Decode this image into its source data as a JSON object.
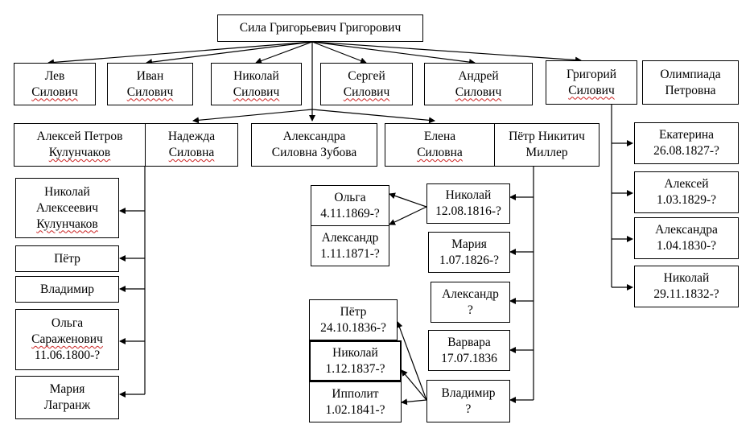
{
  "people": {
    "sila": {
      "lines": [
        "Сила Григорьевич Григорович"
      ],
      "marked": [
        false
      ]
    },
    "lev": {
      "lines": [
        "Лев",
        "Силович"
      ],
      "marked": [
        false,
        true
      ]
    },
    "ivan": {
      "lines": [
        "Иван",
        "Силович"
      ],
      "marked": [
        false,
        true
      ]
    },
    "nikolai_s": {
      "lines": [
        "Николай",
        "Силович"
      ],
      "marked": [
        false,
        true
      ]
    },
    "sergei": {
      "lines": [
        "Сергей",
        "Силович"
      ],
      "marked": [
        false,
        true
      ]
    },
    "andrei": {
      "lines": [
        "Андрей",
        "Силович"
      ],
      "marked": [
        false,
        true
      ]
    },
    "grigori": {
      "lines": [
        "Григорий",
        "Силович"
      ],
      "marked": [
        false,
        true
      ]
    },
    "olimpiada": {
      "lines": [
        "Олимпиада",
        "Петровна"
      ],
      "marked": [
        false,
        false
      ]
    },
    "aleksei_k": {
      "lines": [
        "Алексей Петров",
        "Кулунчаков"
      ],
      "marked": [
        false,
        true
      ]
    },
    "nadezhda": {
      "lines": [
        "Надежда",
        "Силовна"
      ],
      "marked": [
        false,
        true
      ]
    },
    "aleksandra_z": {
      "lines": [
        "Александра",
        "Силовна Зубова"
      ],
      "marked": [
        false,
        false
      ]
    },
    "elena": {
      "lines": [
        "Елена",
        "Силовна"
      ],
      "marked": [
        false,
        true
      ]
    },
    "petr_m": {
      "lines": [
        "Пётр Никитич",
        "Миллер"
      ],
      "marked": [
        false,
        false
      ]
    },
    "nikolai_ak": {
      "lines": [
        "Николай",
        "Алексеевич",
        "Кулунчаков"
      ],
      "marked": [
        false,
        false,
        true
      ]
    },
    "petr_k": {
      "lines": [
        "Пётр"
      ],
      "marked": [
        false
      ]
    },
    "vladimir_k": {
      "lines": [
        "Владимир"
      ],
      "marked": [
        false
      ]
    },
    "olga_s": {
      "lines": [
        "Ольга",
        "Сараженович",
        "11.06.1800-?"
      ],
      "marked": [
        false,
        true,
        false
      ]
    },
    "maria_l": {
      "lines": [
        "Мария",
        "Лагранж"
      ],
      "marked": [
        false,
        false
      ]
    },
    "olga_m": {
      "lines": [
        "Ольга",
        "4.11.1869-?"
      ],
      "marked": [
        false,
        false
      ]
    },
    "aleksandr_g": {
      "lines": [
        "Александр",
        "1.11.1871-?"
      ],
      "marked": [
        false,
        false
      ]
    },
    "nikolai_m": {
      "lines": [
        "Николай",
        "12.08.1816-?"
      ],
      "marked": [
        false,
        false
      ]
    },
    "maria_m": {
      "lines": [
        "Мария",
        "1.07.1826-?"
      ],
      "marked": [
        false,
        false
      ]
    },
    "aleksandr_m": {
      "lines": [
        "Александр",
        "?"
      ],
      "marked": [
        false,
        false
      ]
    },
    "varvara": {
      "lines": [
        "Варвара",
        "17.07.1836"
      ],
      "marked": [
        false,
        false
      ]
    },
    "vladimir_m": {
      "lines": [
        "Владимир",
        "?"
      ],
      "marked": [
        false,
        false
      ]
    },
    "petr_v": {
      "lines": [
        "Пётр",
        "24.10.1836-?"
      ],
      "marked": [
        false,
        false
      ]
    },
    "nikolai_v": {
      "lines": [
        "Николай",
        "1.12.1837-?"
      ],
      "marked": [
        false,
        false
      ]
    },
    "ippolit": {
      "lines": [
        "Ипполит",
        "1.02.1841-?"
      ],
      "marked": [
        false,
        false
      ]
    },
    "ekaterina": {
      "lines": [
        "Екатерина",
        "26.08.1827-?"
      ],
      "marked": [
        false,
        false
      ]
    },
    "aleksei_g": {
      "lines": [
        "Алексей",
        "1.03.1829-?"
      ],
      "marked": [
        false,
        false
      ]
    },
    "aleksandra_g": {
      "lines": [
        "Александра",
        "1.04.1830-?"
      ],
      "marked": [
        false,
        false
      ]
    },
    "nikolai_g": {
      "lines": [
        "Николай",
        "29.11.1832-?"
      ],
      "marked": [
        false,
        false
      ]
    }
  }
}
